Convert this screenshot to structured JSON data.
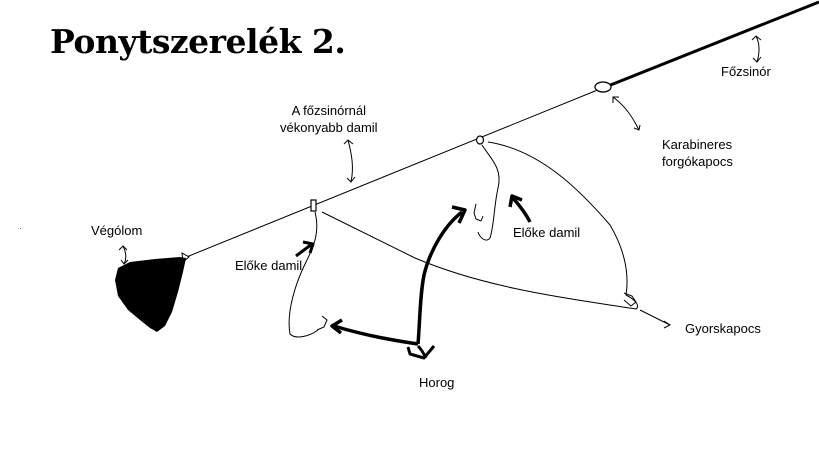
{
  "title": "Ponytszerelék 2.",
  "labels": {
    "foszinor": "Főzsinór",
    "thinner_line_1": "A főzsinórnál",
    "thinner_line_2": "vékonyabb damil",
    "swivel_1": "Karabineres",
    "swivel_2": "forgókapocs",
    "elo_damil_right": "Előke damil",
    "elo_damil_left": "Előke damil",
    "vegolom": "Végólom",
    "gyorskapocs": "Gyorskapocs",
    "horog": "Horog"
  }
}
